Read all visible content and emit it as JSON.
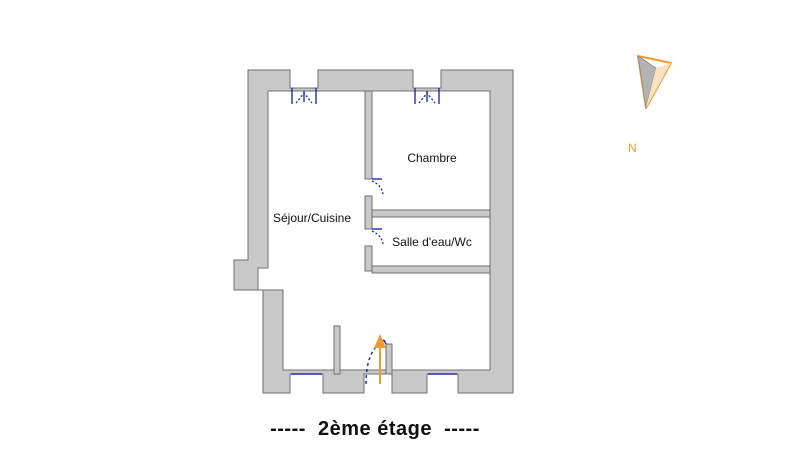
{
  "rooms": {
    "living_kitchen": "Séjour/Cuisine",
    "bedroom": "Chambre",
    "bathroom": "Salle d'eau/Wc"
  },
  "compass": {
    "north_label": "N"
  },
  "caption": {
    "text": "-----  2ème étage  -----"
  },
  "colors": {
    "wall_fill": "#c9c9c9",
    "wall_stroke": "#6f6f6f",
    "door_window": "#1f2fa8",
    "accent_orange": "#f29a2e"
  }
}
